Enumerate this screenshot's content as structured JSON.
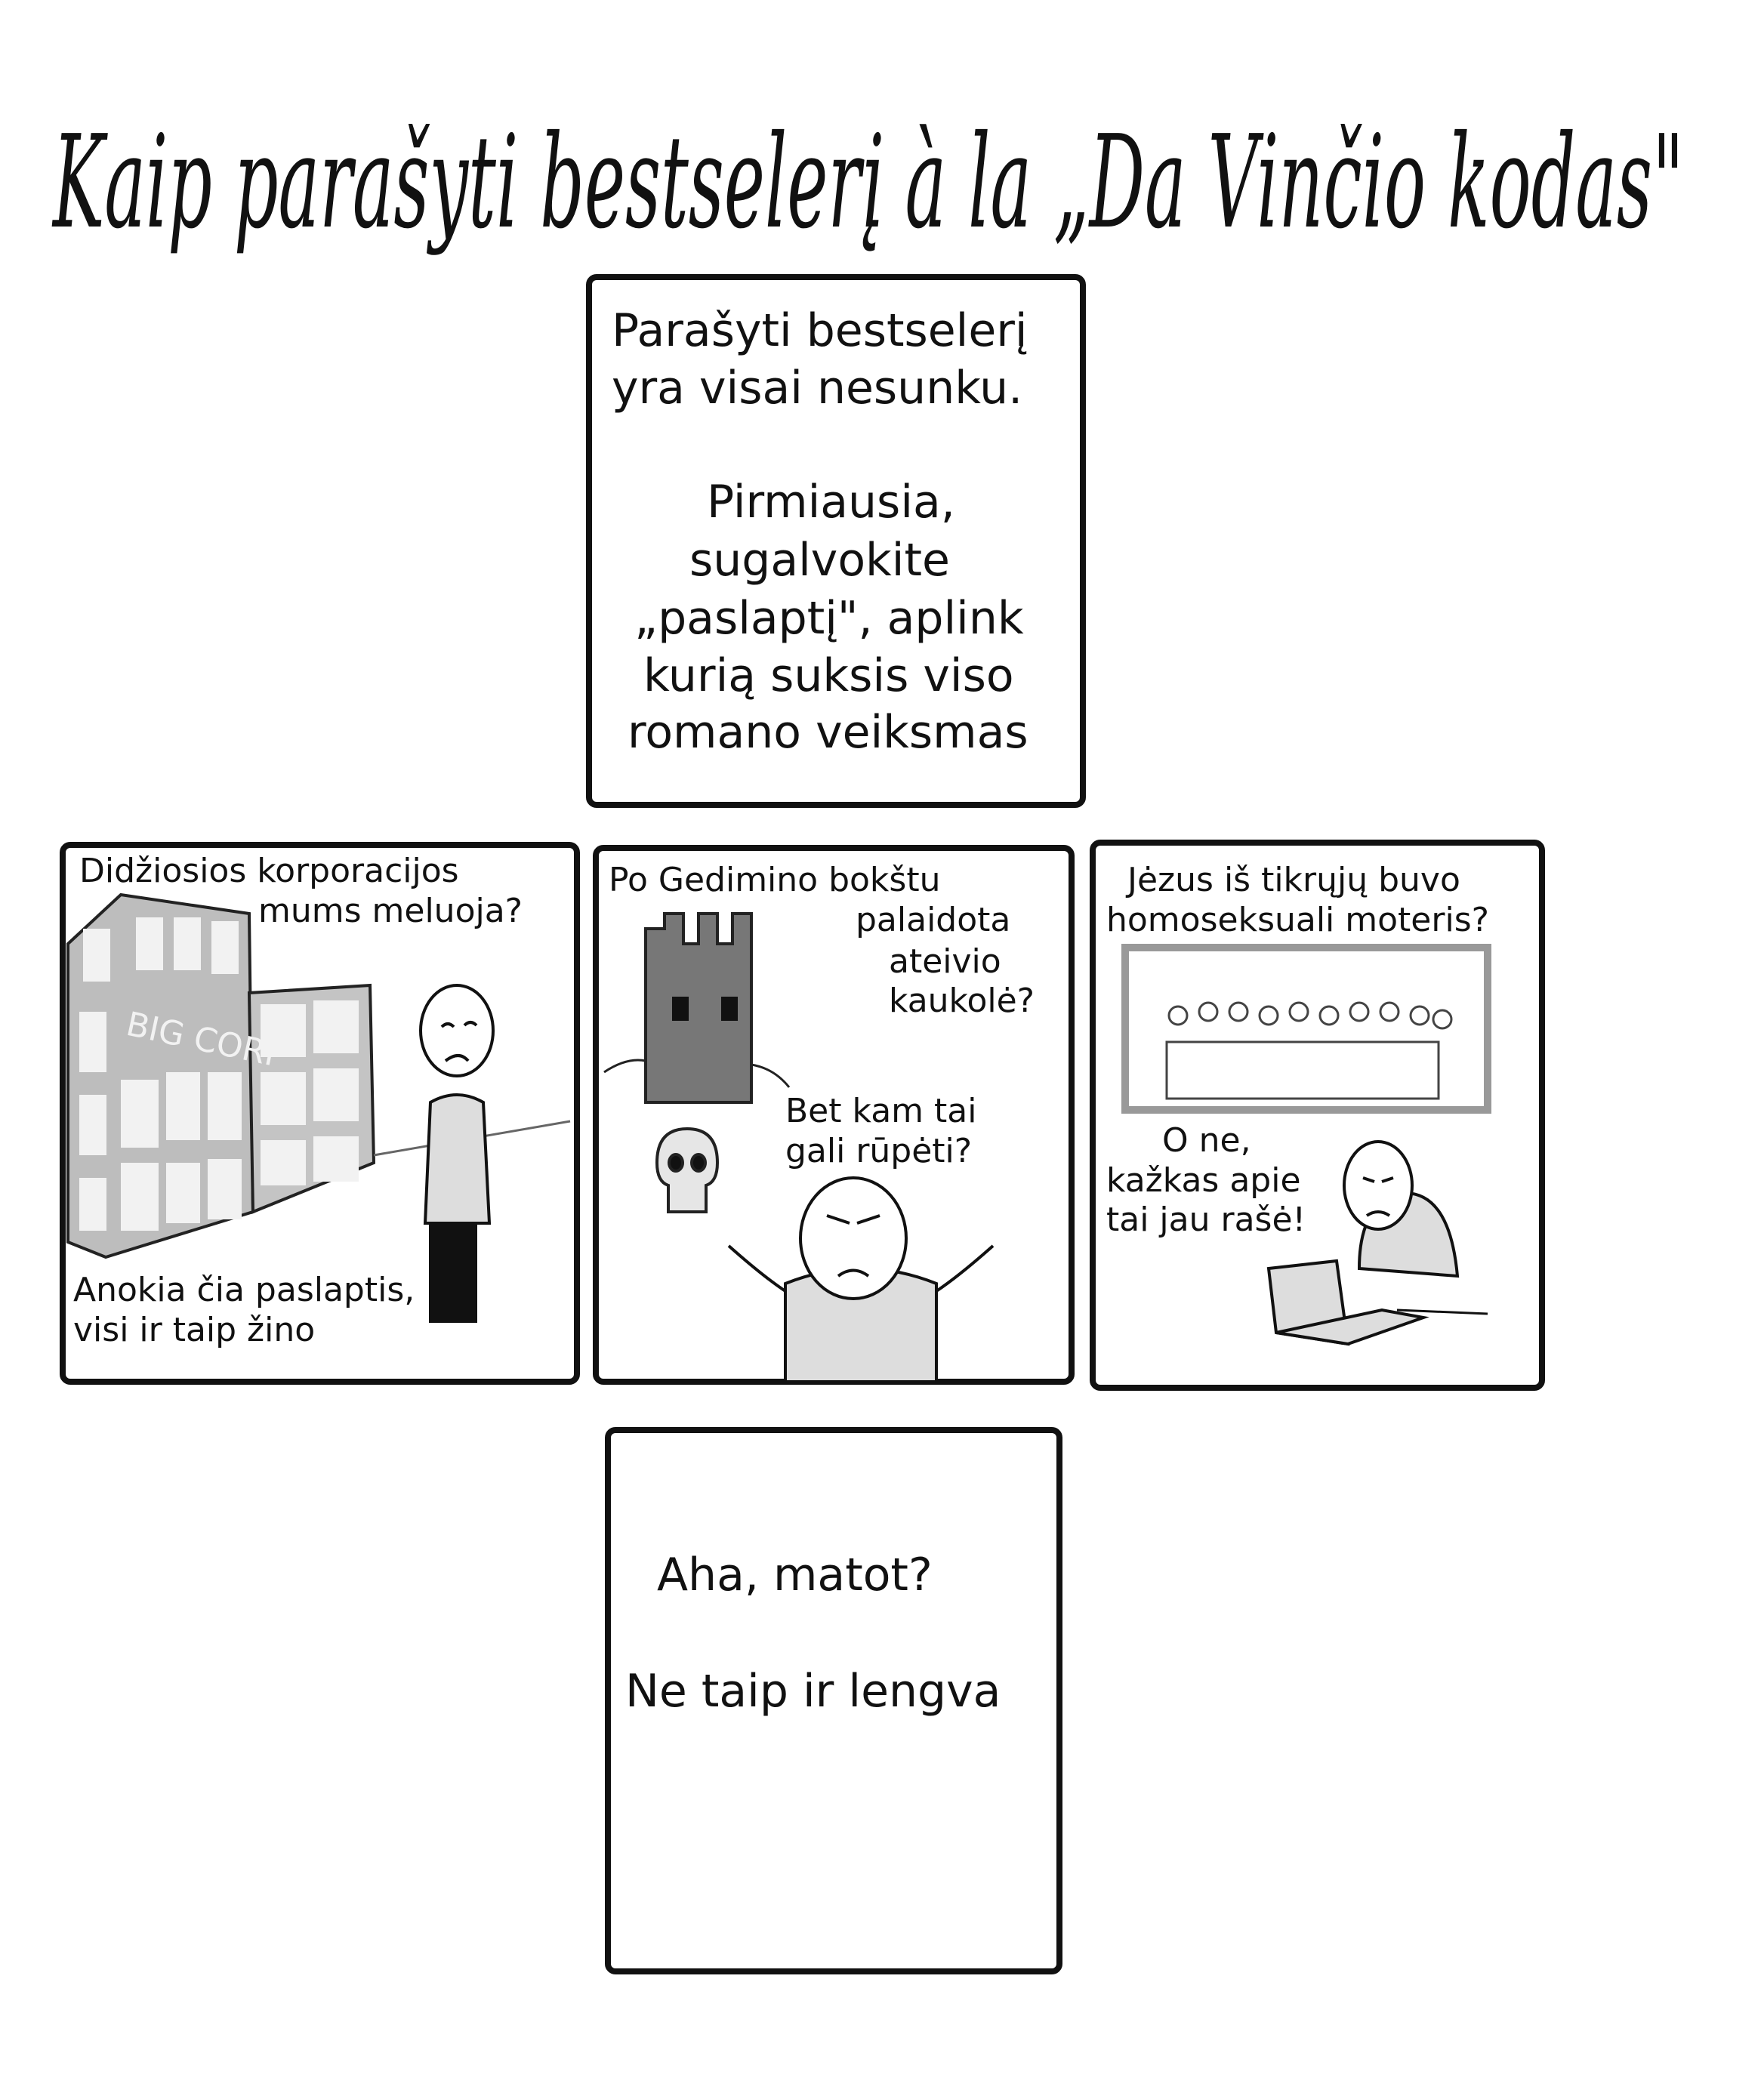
{
  "title": "Kaip parašyti bestselerį à la „Da Vinčio kodas\"",
  "panel_intro": {
    "lines": [
      "Parašyti bestselerį",
      "yra visai nesunku.",
      "Pirmiausia,",
      "sugalvokite",
      "„paslaptį\", aplink",
      "kurią suksis viso",
      "romano veiksmas"
    ]
  },
  "panel_corporations": {
    "question_1": "Didžiosios korporacijos",
    "question_2": "mums meluoja?",
    "building_sign": "BIG CORP",
    "answer_1": "Anokia čia paslaptis,",
    "answer_2": "visi ir taip žino"
  },
  "panel_tower": {
    "question_1": "Po Gedimino bokštu",
    "question_2": "palaidota",
    "question_3": "ateivio",
    "question_4": "kaukolė?",
    "answer_1": "Bet kam tai",
    "answer_2": "gali rūpėti?"
  },
  "panel_jesus": {
    "question_1": "Jėzus iš tikrųjų buvo",
    "question_2": "homoseksuali moteris?",
    "answer_1": "O ne,",
    "answer_2": "kažkas apie",
    "answer_3": "tai jau rašė!"
  },
  "panel_final": {
    "line_1": "Aha, matot?",
    "line_2": "Ne taip ir lengva"
  }
}
